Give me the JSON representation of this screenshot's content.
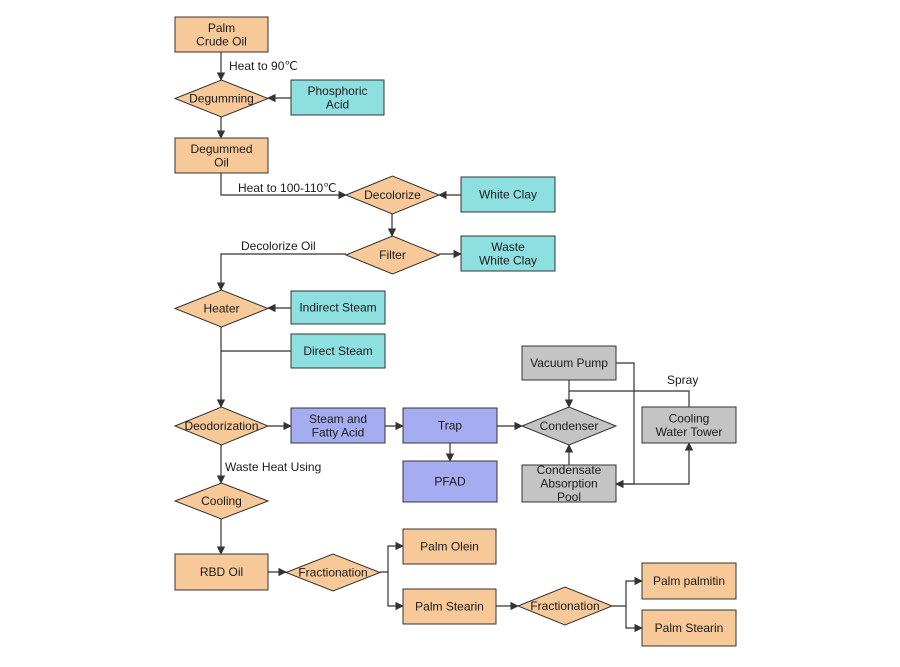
{
  "colors": {
    "orange": "#f7c898",
    "cyan": "#8ee0e0",
    "purple": "#a6acf0",
    "gray": "#c4c4c4",
    "stroke": "#333333"
  },
  "nodes": {
    "palm_crude_oil": [
      "Palm",
      "Crude Oil"
    ],
    "degumming": [
      "Degumming"
    ],
    "phosphoric_acid": [
      "Phosphoric",
      "Acid"
    ],
    "degummed_oil": [
      "Degummed",
      "Oil"
    ],
    "decolorize": [
      "Decolorize"
    ],
    "white_clay": [
      "White Clay"
    ],
    "filter": [
      "Filter"
    ],
    "waste_white_clay": [
      "Waste",
      "White Clay"
    ],
    "heater": [
      "Heater"
    ],
    "indirect_steam": [
      "Indirect Steam"
    ],
    "direct_steam": [
      "Direct Steam"
    ],
    "deodorization": [
      "Deodorization"
    ],
    "steam_fatty_acid": [
      "Steam and",
      "Fatty Acid"
    ],
    "trap": [
      "Trap"
    ],
    "pfad": [
      "PFAD"
    ],
    "condenser": [
      "Condenser"
    ],
    "vacuum_pump": [
      "Vacuum Pump"
    ],
    "cooling_water_tower": [
      "Cooling",
      "Water Tower"
    ],
    "condensate_pool": [
      "Condensate",
      "Absorption",
      "Pool"
    ],
    "cooling": [
      "Cooling"
    ],
    "rbd_oil": [
      "RBD Oil"
    ],
    "fractionation_1": [
      "Fractionation"
    ],
    "palm_olein": [
      "Palm Olein"
    ],
    "palm_stearin_1": [
      "Palm Stearin"
    ],
    "fractionation_2": [
      "Fractionation"
    ],
    "palm_palmitin": [
      "Palm palmitin"
    ],
    "palm_stearin_2": [
      "Palm Stearin"
    ]
  },
  "edge_labels": {
    "heat_90": "Heat to 90℃",
    "heat_100_110": "Heat to 100-110℃",
    "decolorize_oil": "Decolorize Oil",
    "spray": "Spray",
    "waste_heat": "Waste Heat Using"
  }
}
